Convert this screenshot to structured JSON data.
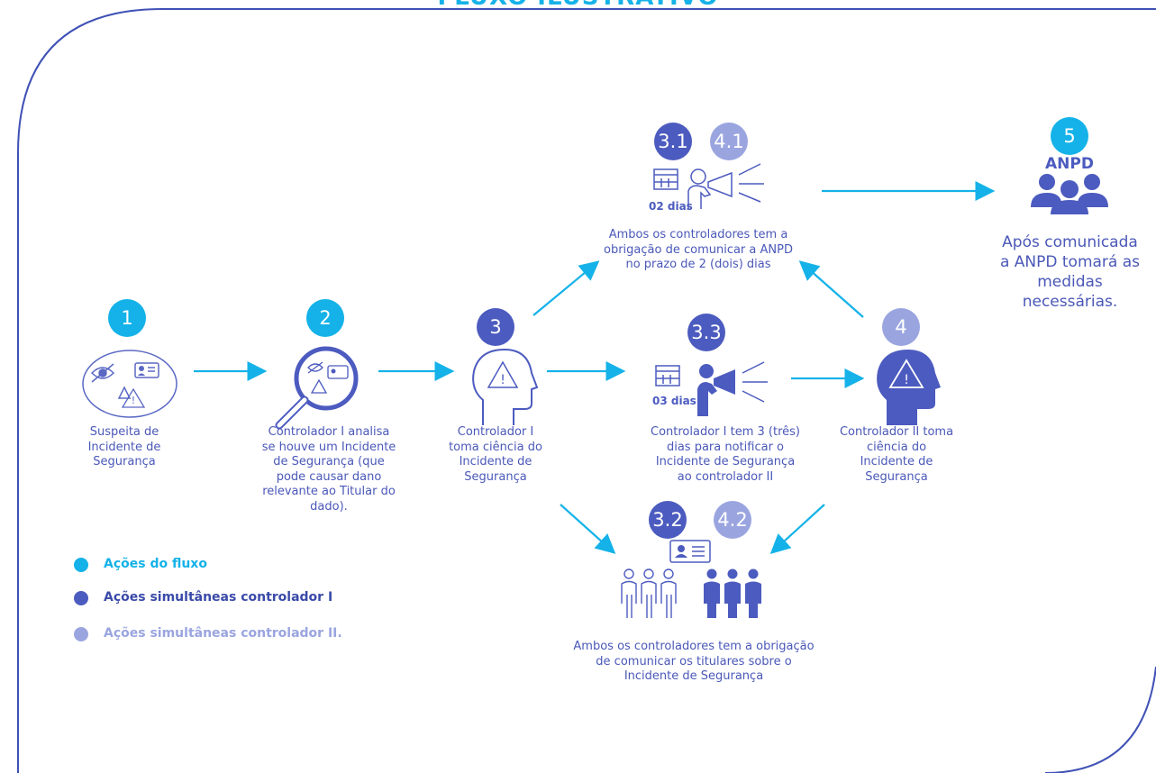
{
  "title": "FLUXO ILUSTRATIVO",
  "steps": {
    "s1": {
      "badge": "1",
      "label": "Suspeita de Incidente de Segurança"
    },
    "s2": {
      "badge": "2",
      "label": "Controlador I analisa se houve um Incidente de Segurança (que pode causar dano relevante ao Titular do dado)."
    },
    "s3": {
      "badge": "3",
      "label": "Controlador I toma ciência do Incidente de Segurança"
    },
    "s31": {
      "badge": "3.1",
      "badge2": "4.1",
      "days": "02 dias",
      "label": "Ambos os controladores tem a obrigação de comunicar a ANPD no prazo de 2 (dois) dias"
    },
    "s33": {
      "badge": "3.3",
      "days": "03 dias",
      "label": "Controlador I tem 3 (três) dias para notificar o Incidente de Segurança ao controlador II"
    },
    "s4": {
      "badge": "4",
      "label": "Controlador II toma ciência do Incidente de Segurança"
    },
    "s32": {
      "badge": "3.2",
      "badge2": "4.2",
      "label": "Ambos os controladores tem a obrigação de comunicar os titulares sobre o Incidente de Segurança"
    },
    "s5": {
      "badge": "5",
      "agency": "ANPD",
      "label": "Após comunicada a ANPD tomará as medidas necessárias."
    }
  },
  "legend": [
    {
      "label": "Ações do fluxo",
      "color": "#14b2e8"
    },
    {
      "label": "Ações simultâneas controlador I",
      "color": "#4c5bbf"
    },
    {
      "label": "Ações simultâneas controlador II.",
      "color": "#9aa5e0"
    }
  ],
  "colors": {
    "cyan": "#14b2e8",
    "dark": "#4c5bbf",
    "light": "#9aa5e0",
    "frame": "#3f51b5"
  }
}
